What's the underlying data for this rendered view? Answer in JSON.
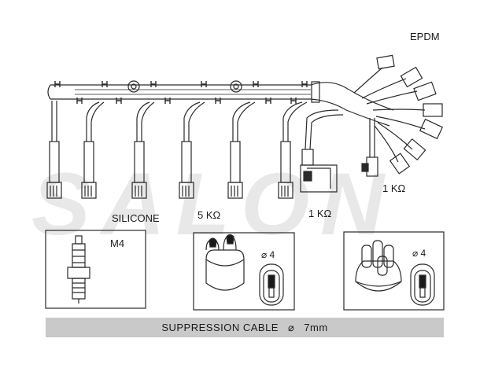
{
  "labels": {
    "epdm": "EPDM",
    "silicone": "SILICONE",
    "res_5k": "5 KΩ",
    "res_1k_lower": "1 KΩ",
    "res_1k_right": "1 KΩ",
    "plug": "M4",
    "cap_dia": "⌀ 4",
    "dist_dia": "⌀ 4"
  },
  "watermark": "SALON",
  "footer": {
    "text": "SUPPRESSION  CABLE",
    "symbol": "⌀",
    "size": "7mm"
  }
}
